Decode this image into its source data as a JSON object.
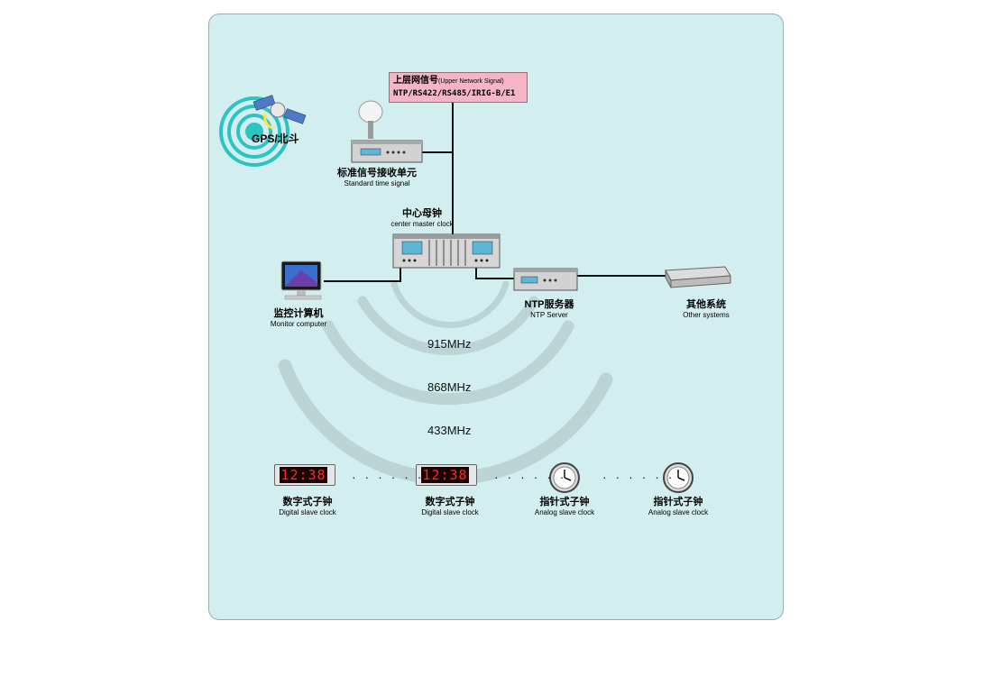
{
  "upper_network": {
    "title": "上层网信号",
    "subtitle": "(Upper Network Signal)",
    "protocols": "NTP/RS422/RS485/IRIG-B/E1"
  },
  "gps": {
    "label": "GPS/北斗"
  },
  "receiver": {
    "cn": "标准信号接收单元",
    "en": "Standard time signal"
  },
  "master": {
    "cn": "中心母钟",
    "en": "center master clock"
  },
  "monitor": {
    "cn": "监控计算机",
    "en": "Monitor computer"
  },
  "ntp": {
    "cn": "NTP服务器",
    "en": "NTP Server"
  },
  "other": {
    "cn": "其他系统",
    "en": "Other systems"
  },
  "frequencies": [
    "915MHz",
    "868MHz",
    "433MHz"
  ],
  "slaves": [
    {
      "cn": "数字式子钟",
      "en": "Digital slave clock",
      "display": "12:38"
    },
    {
      "cn": "数字式子钟",
      "en": "Digital slave clock",
      "display": "12:38"
    },
    {
      "cn": "指针式子钟",
      "en": "Analog slave clock"
    },
    {
      "cn": "指针式子钟",
      "en": "Analog slave clock"
    }
  ],
  "ellipsis": "· · ·   · · ·",
  "colors": {
    "panel_bg": "#d3eeee",
    "arc": "#bcd4d4",
    "signal_box": "#f4b6c6",
    "led": "#ff2a1a"
  }
}
